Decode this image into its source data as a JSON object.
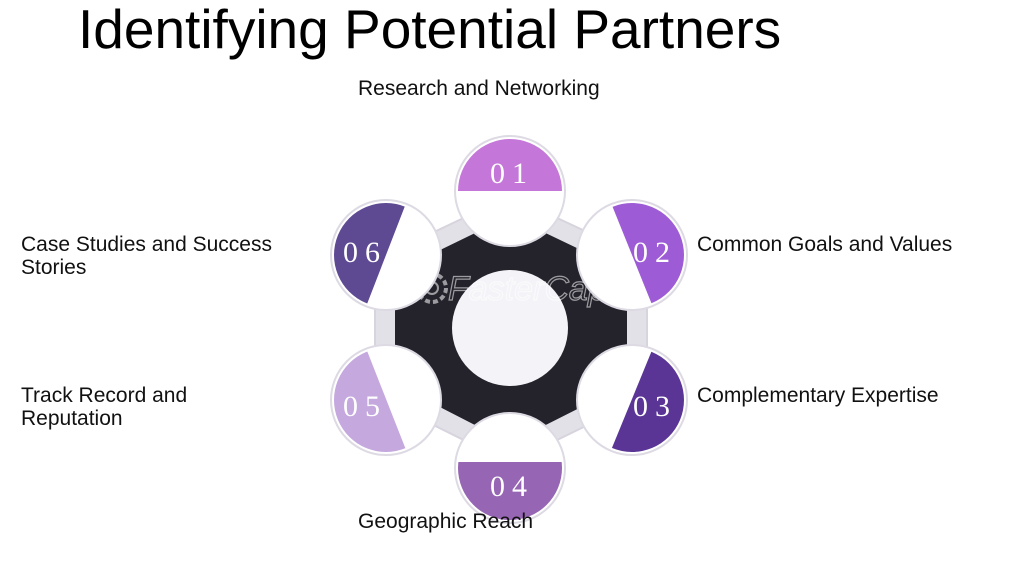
{
  "title": "Identifying Potential Partners",
  "watermark": "FasterCapital",
  "colors": {
    "gear_dark": "#24222b",
    "gear_rim": "#e3e1e8",
    "hub": "#f4f3f7",
    "step_01": "#c477d8",
    "step_02": "#9e5bd6",
    "step_03": "#5a3596",
    "step_04": "#9665b3",
    "step_05": "#c4a8de",
    "step_06": "#5e4993"
  },
  "steps": [
    {
      "number": "01",
      "label": "Research and Networking"
    },
    {
      "number": "02",
      "label": "Common Goals and Values"
    },
    {
      "number": "03",
      "label": "Complementary Expertise"
    },
    {
      "number": "04",
      "label": "Geographic Reach"
    },
    {
      "number": "05",
      "label": "Track Record and Reputation"
    },
    {
      "number": "06",
      "label": "Case Studies and Success Stories"
    }
  ]
}
